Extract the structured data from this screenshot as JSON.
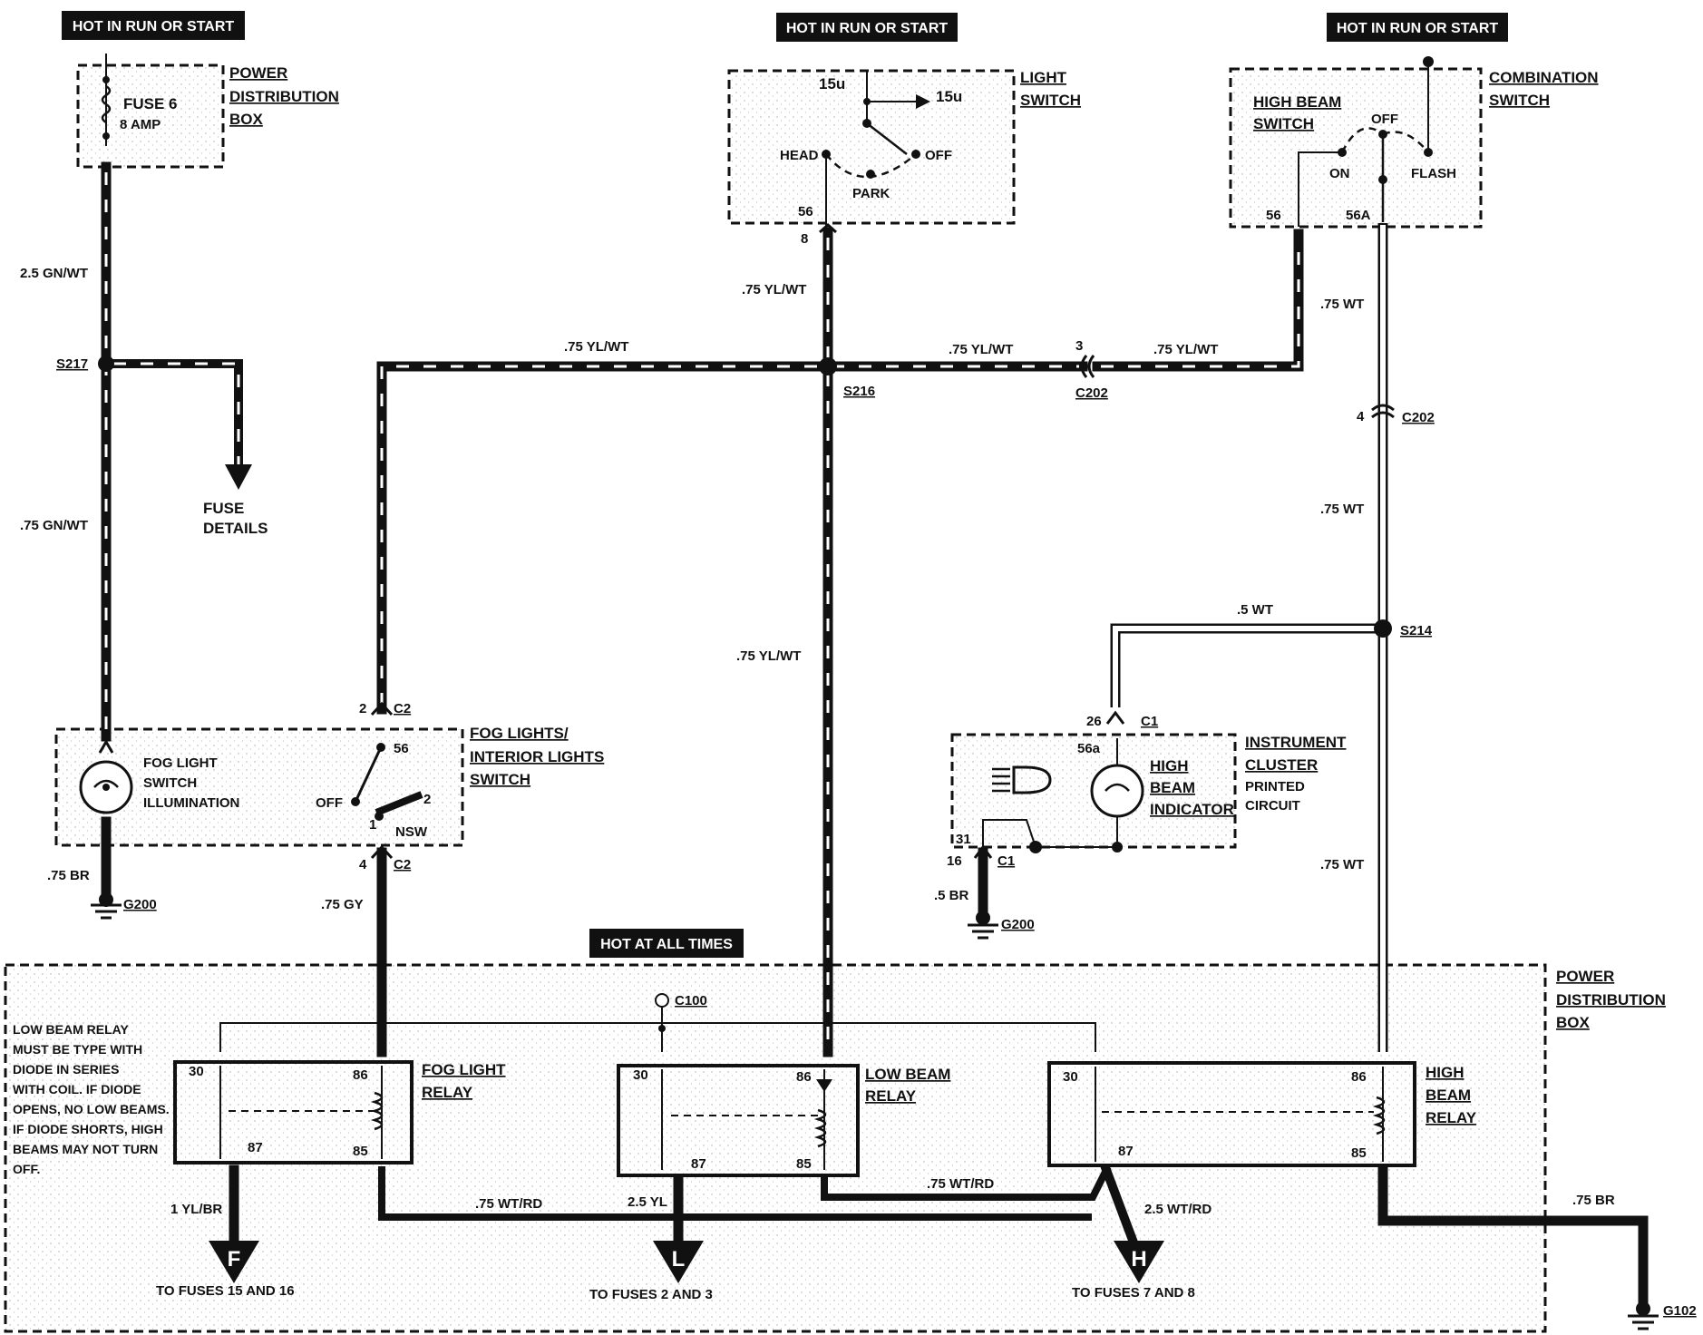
{
  "badges": {
    "hot_run_start_1": "HOT IN RUN OR START",
    "hot_run_start_2": "HOT IN RUN OR START",
    "hot_run_start_3": "HOT IN RUN OR START",
    "hot_all_times": "HOT AT ALL TIMES"
  },
  "components": {
    "pdb_top": {
      "line1": "POWER",
      "line2": "DISTRIBUTION",
      "line3": "BOX",
      "fuse": "FUSE 6",
      "amp": "8 AMP"
    },
    "light_switch": {
      "line1": "LIGHT",
      "line2": "SWITCH",
      "t15u_a": "15u",
      "t15u_b": "15u",
      "head": "HEAD",
      "off": "OFF",
      "park": "PARK",
      "t56": "56",
      "t8": "8"
    },
    "combination_switch": {
      "line1": "COMBINATION",
      "line2": "SWITCH",
      "hb1": "HIGH BEAM",
      "hb2": "SWITCH",
      "off": "OFF",
      "on": "ON",
      "flash": "FLASH",
      "t56": "56",
      "t56a": "56A"
    },
    "fog_switch": {
      "line1": "FOG LIGHTS/",
      "line2": "INTERIOR LIGHTS",
      "line3": "SWITCH",
      "illum1": "FOG LIGHT",
      "illum2": "SWITCH",
      "illum3": "ILLUMINATION",
      "t56": "56",
      "off": "OFF",
      "t2": "2",
      "t1": "1",
      "nsw": "NSW"
    },
    "instrument_cluster": {
      "line1": "INSTRUMENT",
      "line2": "CLUSTER",
      "line3": "PRINTED",
      "line4": "CIRCUIT",
      "hbi1": "HIGH",
      "hbi2": "BEAM",
      "hbi3": "INDICATOR",
      "t56a": "56a",
      "t31": "31"
    },
    "pdb_bottom": {
      "line1": "POWER",
      "line2": "DISTRIBUTION",
      "line3": "BOX"
    },
    "fog_relay": {
      "line1": "FOG LIGHT",
      "line2": "RELAY",
      "t30": "30",
      "t86": "86",
      "t87": "87",
      "t85": "85"
    },
    "low_relay": {
      "line1": "LOW BEAM",
      "line2": "RELAY",
      "t30": "30",
      "t86": "86",
      "t87": "87",
      "t85": "85"
    },
    "high_relay": {
      "line1": "HIGH",
      "line2": "BEAM",
      "line3": "RELAY",
      "t30": "30",
      "t86": "86",
      "t87": "87",
      "t85": "85"
    }
  },
  "wires": {
    "gnwt_25": "2.5 GN/WT",
    "gnwt_75": ".75 GN/WT",
    "br_75_a": ".75 BR",
    "gy_75": ".75 GY",
    "ylwt_75_a": ".75 YL/WT",
    "ylwt_75_b": ".75 YL/WT",
    "ylwt_75_c": ".75 YL/WT",
    "ylwt_75_d": ".75 YL/WT",
    "ylwt_75_e": ".75 YL/WT",
    "wt_75_a": ".75 WT",
    "wt_75_b": ".75 WT",
    "wt_75_c": ".75 WT",
    "wt_5": ".5 WT",
    "br_5": ".5 BR",
    "ylbr_1": "1 YL/BR",
    "wtrd_75_a": ".75 WT/RD",
    "wtrd_75_b": ".75 WT/RD",
    "yl_25": "2.5 YL",
    "wtrd_25": "2.5 WT/RD",
    "br_75_b": ".75 BR"
  },
  "connectors": {
    "s217": "S217",
    "s216": "S216",
    "s214": "S214",
    "c202_a": "C202",
    "c202_b": "C202",
    "c202_pin_a": "3",
    "c202_pin_b": "4",
    "c2_top": "C2",
    "c2_top_pin": "2",
    "c2_bot": "C2",
    "c2_bot_pin": "4",
    "c1_top": "C1",
    "c1_top_pin": "26",
    "c1_bot": "C1",
    "c1_bot_pin": "16",
    "c100": "C100",
    "g200_a": "G200",
    "g200_b": "G200",
    "g102": "G102"
  },
  "fuse_details": {
    "line1": "FUSE",
    "line2": "DETAILS"
  },
  "outputs": {
    "f_letter": "F",
    "f_text": "TO FUSES 15 AND 16",
    "l_letter": "L",
    "l_text": "TO FUSES 2 AND 3",
    "h_letter": "H",
    "h_text": "TO FUSES 7 AND 8"
  },
  "note": {
    "l1": "LOW BEAM RELAY",
    "l2": "MUST BE TYPE WITH",
    "l3": "DIODE IN SERIES",
    "l4": "WITH COIL. IF DIODE",
    "l5": "OPENS, NO LOW BEAMS.",
    "l6": "IF DIODE SHORTS, HIGH",
    "l7": "BEAMS MAY NOT TURN",
    "l8": "OFF."
  }
}
